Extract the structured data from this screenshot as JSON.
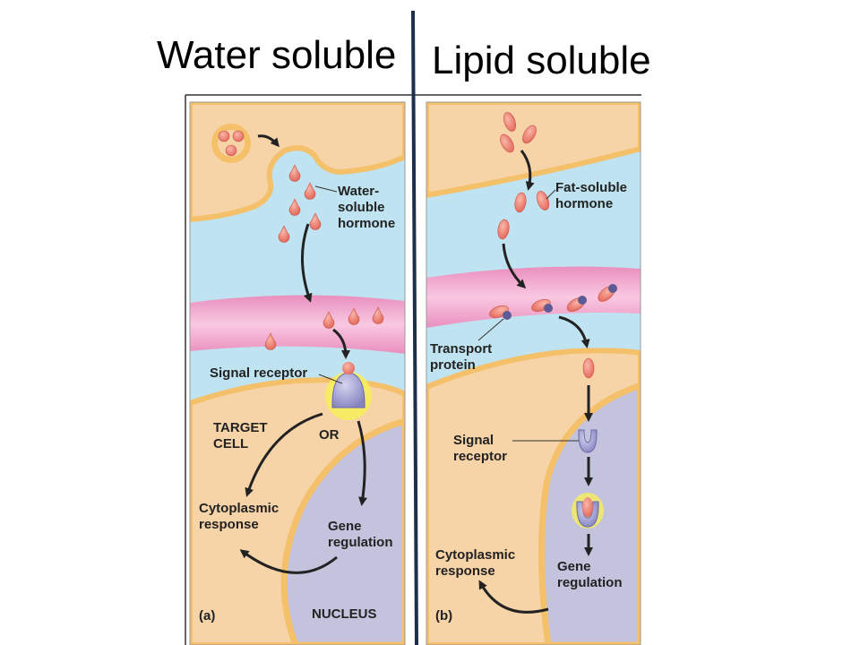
{
  "titles": {
    "left": "Water soluble",
    "right": "Lipid soluble"
  },
  "panel_a": {
    "letter": "(a)",
    "hormone_label": [
      "Water-",
      "soluble",
      "hormone"
    ],
    "signal_receptor": "Signal receptor",
    "target_cell": [
      "TARGET",
      "CELL"
    ],
    "or": "OR",
    "cytoplasmic_response": [
      "Cytoplasmic",
      "response"
    ],
    "gene_regulation": [
      "Gene",
      "regulation"
    ],
    "nucleus": "NUCLEUS"
  },
  "panel_b": {
    "letter": "(b)",
    "hormone_label": [
      "Fat-soluble",
      "hormone"
    ],
    "transport_protein": [
      "Transport",
      "protein"
    ],
    "signal_receptor": [
      "Signal",
      "receptor"
    ],
    "cytoplasmic_response": [
      "Cytoplasmic",
      "response"
    ],
    "gene_regulation": [
      "Gene",
      "regulation"
    ]
  },
  "colors": {
    "cell": "#f7d3a8",
    "membrane": "#f5c06a",
    "fluid": "#bfe3f0",
    "vessel": "#f2a8cc",
    "nucleus": "#c4c3de",
    "hormone": "#ee8274",
    "receptor": "#a9a8d6",
    "glow": "#f7ef5a",
    "divider": "#1d2f4a"
  }
}
